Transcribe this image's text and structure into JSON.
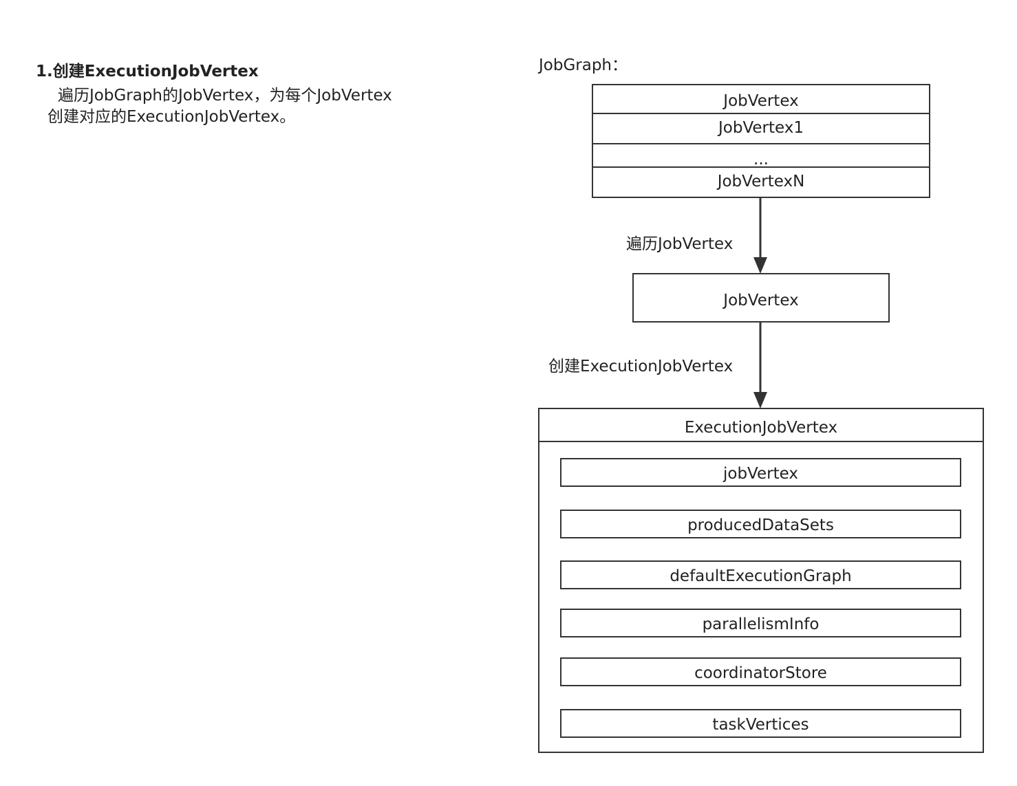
{
  "heading": "1.创建ExecutionJobVertex",
  "paragraph": {
    "line1": "遍历JobGraph的JobVertex，为每个JobVertex",
    "line2": "创建对应的ExecutionJobVertex。"
  },
  "diagram": {
    "graph_label": "JobGraph：",
    "job_graph_rows": [
      "JobVertex",
      "JobVertex1",
      "...",
      "JobVertexN"
    ],
    "edge1_label": "遍历JobVertex",
    "middle_node": "JobVertex",
    "edge2_label": "创建ExecutionJobVertex",
    "execution_job_vertex": {
      "title": "ExecutionJobVertex",
      "fields": [
        "jobVertex",
        "producedDataSets",
        "defaultExecutionGraph",
        "parallelismInfo",
        "coordinatorStore",
        "taskVertices"
      ]
    }
  }
}
